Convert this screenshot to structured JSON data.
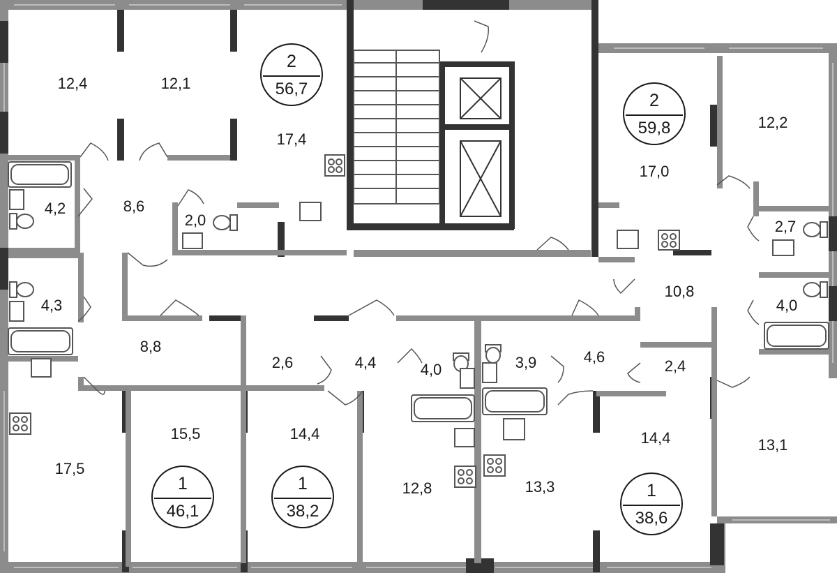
{
  "colors": {
    "wall_dark": "#333333",
    "wall_grey": "#8c8c8c",
    "fixture": "#555555",
    "background": "#ffffff"
  },
  "apartments": [
    {
      "rooms": "2",
      "area": "56,7"
    },
    {
      "rooms": "2",
      "area": "59,8"
    },
    {
      "rooms": "1",
      "area": "46,1"
    },
    {
      "rooms": "1",
      "area": "38,2"
    },
    {
      "rooms": "1",
      "area": "38,6"
    }
  ],
  "room_areas": [
    "12,4",
    "12,1",
    "17,4",
    "4,2",
    "8,6",
    "2,0",
    "17,0",
    "12,2",
    "2,7",
    "10,8",
    "4,0",
    "4,3",
    "8,8",
    "2,6",
    "4,4",
    "4,0",
    "3,9",
    "4,6",
    "2,4",
    "17,5",
    "15,5",
    "14,4",
    "12,8",
    "13,3",
    "14,4",
    "13,1"
  ],
  "icons": [
    "bathtub-icon",
    "toilet-icon",
    "sink-icon",
    "stove-icon",
    "elevator-icon",
    "stairs-icon",
    "door-swing-icon"
  ]
}
